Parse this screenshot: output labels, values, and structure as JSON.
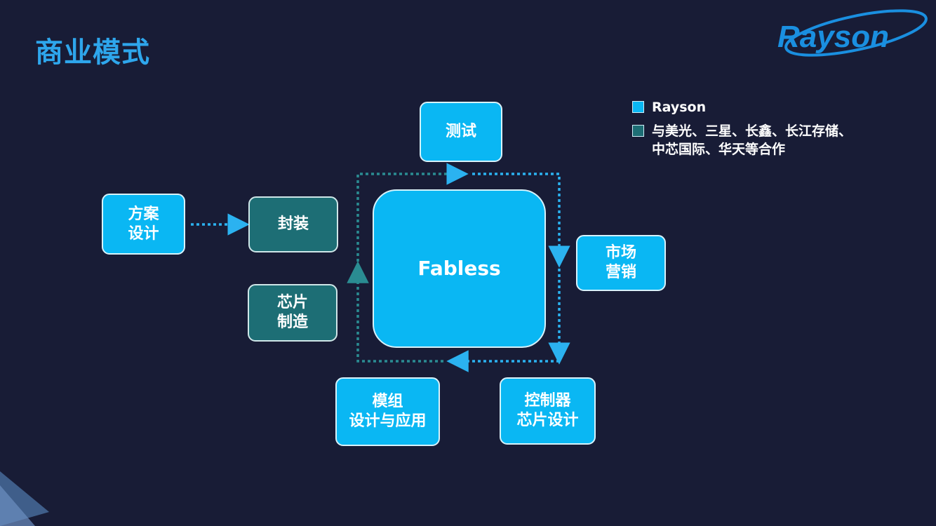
{
  "title": "商业模式",
  "logo_text": "Rayson",
  "center_label": "Fabless",
  "nodes": {
    "test": "测试",
    "marketing": "市场\n营销",
    "controller": "控制器\n芯片设计",
    "module": "模组\n设计与应用",
    "packaging": "封装",
    "chip_manufacturing": "芯片\n制造",
    "solution": "方案\n设计"
  },
  "legend": [
    {
      "label": "Rayson",
      "color": "#0ab7f3"
    },
    {
      "label": "与美光、三星、长鑫、长江存储、\n中芯国际、华天等合作",
      "color": "#1d6e75"
    }
  ],
  "colors": {
    "background": "#181c36",
    "rayson_blue": "#0ab7f3",
    "partner_teal": "#1d6e75",
    "arrow_blue": "#2bb2f0",
    "arrow_teal": "#2a8c92"
  }
}
